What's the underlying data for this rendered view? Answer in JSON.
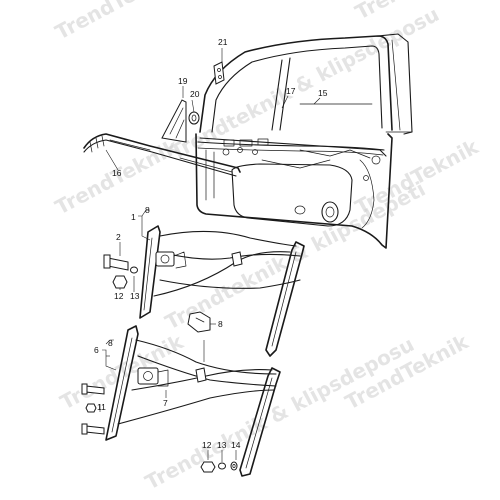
{
  "watermark": {
    "brand": "TrendTeknik",
    "tagline": "Trendteknik & klipsdeposu",
    "tagline2": "Trendteknik & klipsdepeti"
  },
  "callouts": {
    "c21": "21",
    "c19": "19",
    "c20": "20",
    "c17": "17",
    "c15": "15",
    "c16": "16",
    "c1": "1",
    "c8a": "8",
    "c2": "2",
    "c12a": "12",
    "c13a": "13",
    "c8b": "8",
    "c6": "6",
    "c8c": "8",
    "c7": "7",
    "c11": "11",
    "c12b": "12",
    "c13b": "13",
    "c14": "14"
  }
}
